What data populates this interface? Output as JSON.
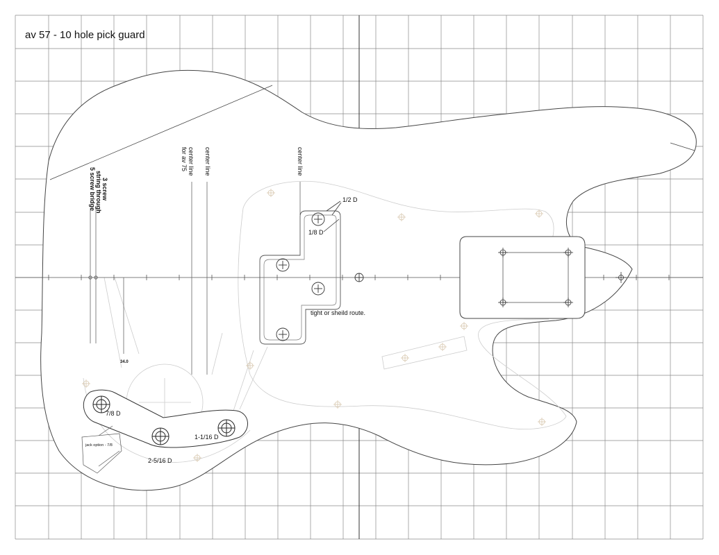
{
  "title": "av 57 - 10 hole pick guard",
  "labels": {
    "center_line_1": "center line",
    "center_line_2_line1": "center line",
    "center_line_2_line2": "for av 75",
    "center_line_3": "center line",
    "bridge_line1": "3 screw",
    "bridge_line2": "string through",
    "bridge_line3": "5 screw bridge",
    "half_d": "1/2 D",
    "eighth_d": "1/8 D",
    "shield_route": "tight or sheild route.",
    "dim_34": "34.0",
    "seven_eighths_d": "7/8 D",
    "one_sixteenth_d": "1-1/16 D",
    "two_sixteenths_d": "2-5/16 D",
    "jack_option": "jack option - 7/8"
  },
  "colors": {
    "grid": "#8a8a8a",
    "outline": "#444444",
    "faint": "#c8c8c8",
    "ink": "#111111"
  }
}
